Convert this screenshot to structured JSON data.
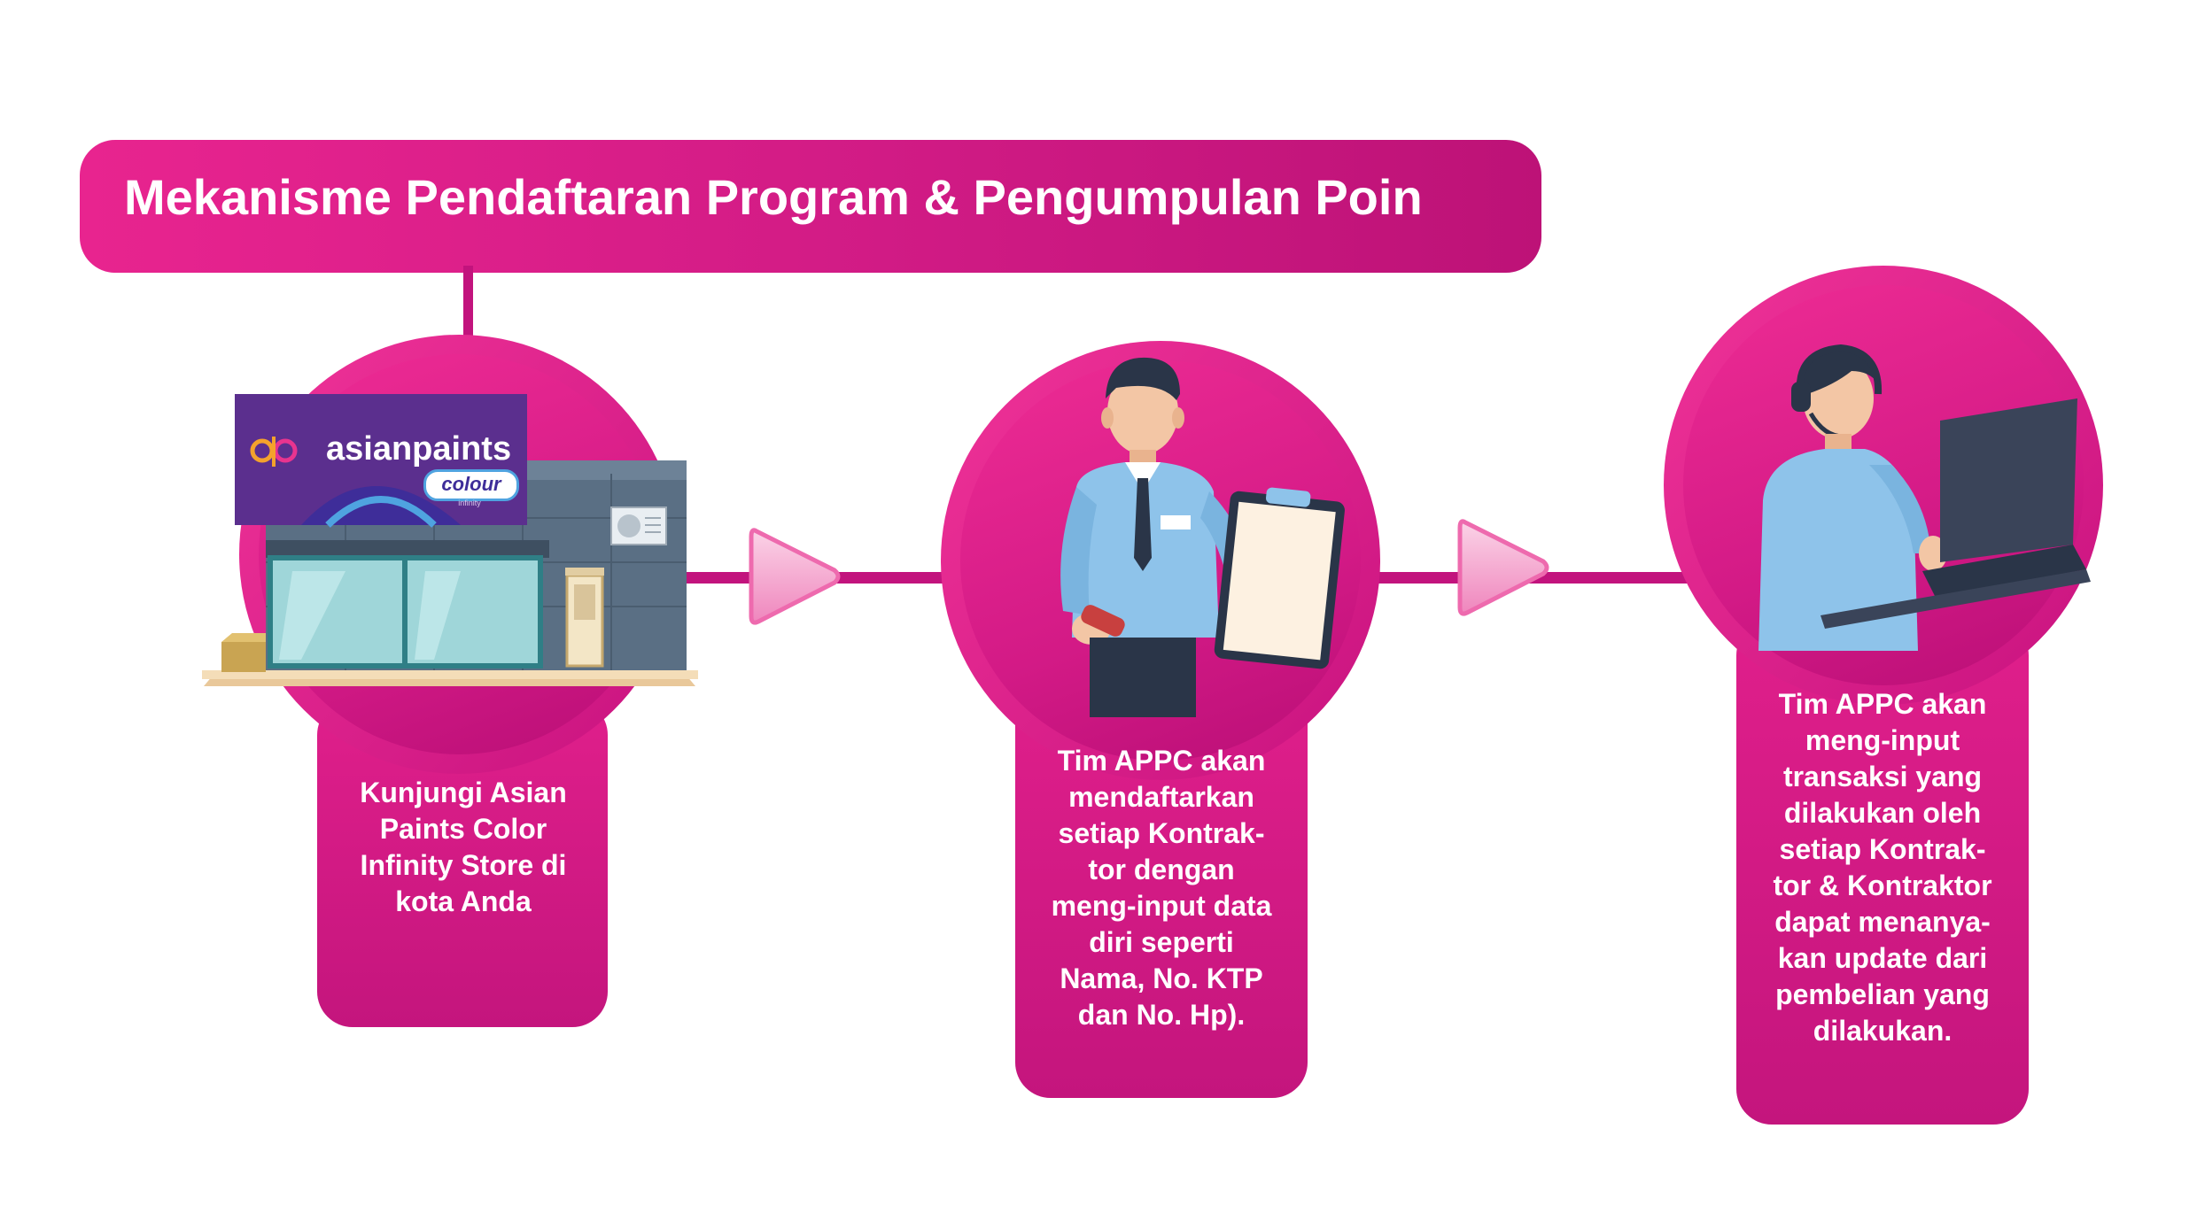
{
  "title": "Mekanisme Pendaftaran Program & Pengumpulan Poin",
  "colors": {
    "primary": "#d11b85",
    "line": "#c2137d",
    "arrow": "#f6a8cf"
  },
  "steps": [
    {
      "text": "Kunjungi Asian\nPaints Color\nInfinity Store di\nkota Anda",
      "illustration": "store-icon",
      "store_sign": {
        "brand": "asianpaints",
        "sub": "colour",
        "sub_small": "infinity"
      }
    },
    {
      "text": "Tim APPC akan\nmendaftarkan\nsetiap Kontrak-\ntor dengan\nmeng-input data\ndiri seperti\nNama, No. KTP\ndan No. Hp).",
      "illustration": "staff-clipboard-icon"
    },
    {
      "text": "Tim APPC akan\nmeng-input\ntransaksi yang\ndilakukan oleh\nsetiap Kontrak-\ntor & Kontraktor\ndapat menanya-\nkan update dari\npembelian yang\ndilakukan.",
      "illustration": "operator-laptop-icon"
    }
  ],
  "arrows": [
    "arrow-right-icon",
    "arrow-right-icon"
  ]
}
